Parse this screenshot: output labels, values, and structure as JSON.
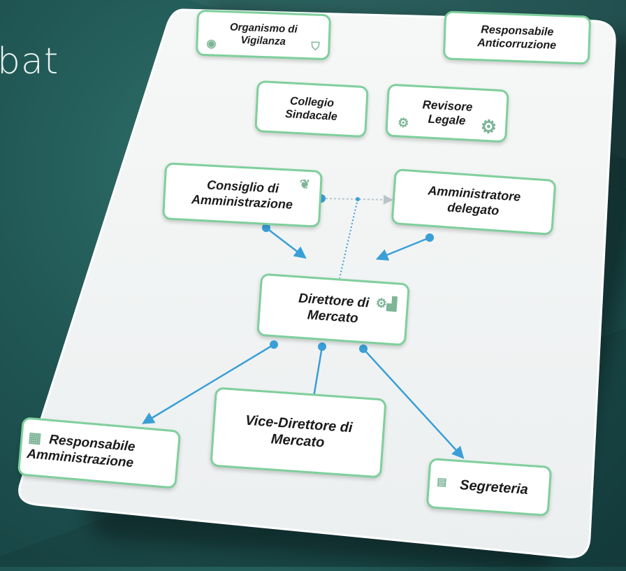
{
  "slide": {
    "partial_title": "bat"
  },
  "nodes": {
    "organismo": {
      "line1": "Organismo di",
      "line2": "Vigilanza"
    },
    "anticorruzione": {
      "line1": "Responsabile",
      "line2": "Anticorruzione"
    },
    "collegio": {
      "line1": "Collegio",
      "line2": "Sindacale"
    },
    "revisore": {
      "line1": "Revisore",
      "line2": "Legale"
    },
    "consiglio": {
      "line1": "Consiglio di",
      "line2": "Amministrazione"
    },
    "amministratore": {
      "line1": "Amministratore",
      "line2": "delegato"
    },
    "direttore": {
      "line1": "Direttore di",
      "line2": "Mercato"
    },
    "vice": {
      "line1": "Vice-Direttore di",
      "line2": "Mercato"
    },
    "resp_amm": {
      "line1": "Responsabile",
      "line2": "Amministrazione"
    },
    "segreteria": {
      "line1": "Segreteria"
    }
  },
  "icons": {
    "eye": "eye-icon",
    "shield": "shield-icon",
    "gear": "gear-icon",
    "handshake": "handshake-icon",
    "analytics": "analytics-icon",
    "calculator": "calculator-icon",
    "id_card": "id-card-icon"
  },
  "colors": {
    "node_border": "#7fcf9c",
    "connector": "#3a9fd6",
    "dotted": "#9fb0b8",
    "background": "#1f5553"
  }
}
